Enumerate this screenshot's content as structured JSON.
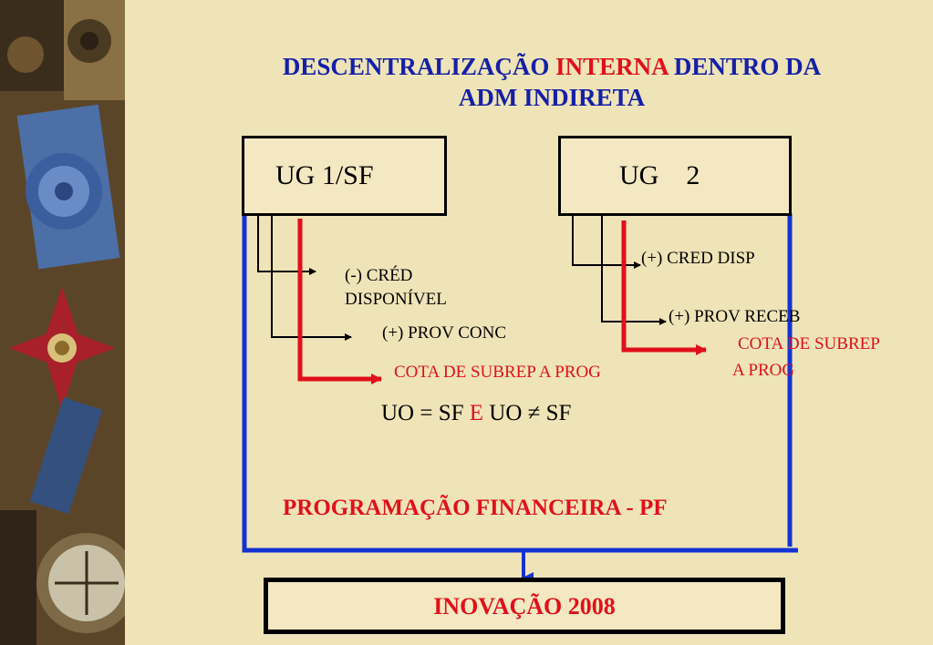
{
  "title": {
    "line1_part1": "DESCENTRALIZAÇÃO",
    "line1_highlight": "INTERNA",
    "line1_part2": "DENTRO DA",
    "line2": "ADM INDIRETA"
  },
  "ug1": {
    "label": "UG 1/SF",
    "items": [
      "(-) CRÉD",
      "DISPONÍVEL",
      "(+) PROV CONC"
    ],
    "cota": "COTA DE SUBREP A PROG"
  },
  "ug2": {
    "label": "UG    2",
    "items": [
      "(+) CRED DISP",
      "(+) PROV RECEB"
    ],
    "cota_line1": "COTA DE SUBREP",
    "cota_line2": "A PROG"
  },
  "equation": {
    "left": "UO = SF",
    "connector": "E",
    "right": "UO ≠ SF"
  },
  "pf_label": "PROGRAMAÇÃO FINANCEIRA - PF",
  "footer_box": "INOVAÇÃO 2008",
  "colors": {
    "title_blue": "#1520a6",
    "accent_red": "#e0101a",
    "frame_blue": "#1432d2",
    "background": "#efe4b8"
  }
}
